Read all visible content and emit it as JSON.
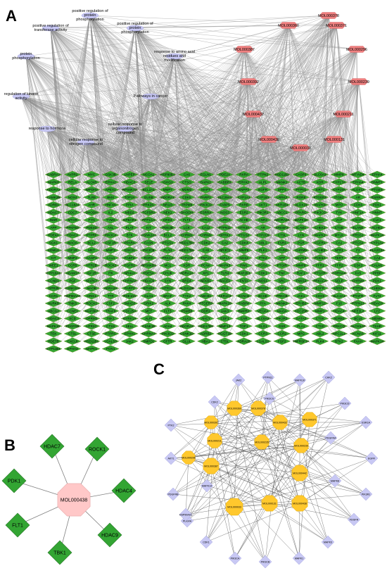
{
  "panels": {
    "a": "A",
    "b": "B",
    "c": "C"
  },
  "panel_a": {
    "pathways": [
      "positive regulation of\nprotein\nphosphorylation",
      "positive regulation of\ntransferase activity",
      "positive regulation of\nprotein\nphosphorylation",
      "protein\nphosphorylation",
      "response to amino acid\nresidues and\nmodification",
      "regulation of kinase\nactivity",
      "Pathways in cancer",
      "response to hormone",
      "cellular response to\norganonitrogen\ncompound",
      "cellular response to\nnitrogen compound"
    ],
    "compounds": [
      "MOL000378",
      "MOL000360",
      "MOL000371",
      "MOL000387",
      "MOL000296",
      "MOL000239",
      "MOL000392",
      "MOL000211",
      "MOL000432",
      "MOL000438",
      "MOL000033",
      "MOL000131"
    ],
    "targets": [
      "GABRA1",
      "AVPR2",
      "MYC",
      "GSK3B",
      "LNPEP",
      "NCOA1",
      "HSP90B1",
      "CA6",
      "EGLN1",
      "PDE2A",
      "RXRA",
      "PTPN2",
      "HSD11B2",
      "CASP3",
      "SLC6A3",
      "MMP8",
      "MT-ND4",
      "EPHA4",
      "MAPK8",
      "RELA",
      "ALOX5",
      "EPHA2",
      "HDAC2",
      "SELE",
      "IGHG1",
      "CTSG",
      "DAPK1",
      "CABBR1",
      "EPHX2",
      "ALPL",
      "MKNK1",
      "ACTB",
      "KDR",
      "CYP17A",
      "EPHA4",
      "DNMT1",
      "ADORA1",
      "CHRM3",
      "IMPDH2",
      "APEX1",
      "RPS6KA2",
      "BCL2A1",
      "MMP7",
      "MDM2",
      "MAPT",
      "RET",
      "ENPP2",
      "EGFR",
      "DPP4",
      "PTPN1",
      "SIRT1",
      "CYP19A",
      "ALOX12",
      "PTGES",
      "CAMK2B",
      "NOX4",
      "TLR9",
      "BMX",
      "TOP2A",
      "GUSB",
      "ADORA1",
      "CDK5",
      "PARP1",
      "SLC29A1",
      "CYP1A1",
      "CYP1B1",
      "LRRK2",
      "ROR8",
      "PTGER1",
      "ITGB2",
      "AR",
      "ESRRA",
      "ADRB1",
      "SLC18A1",
      "AHR",
      "HNF4A",
      "PPIA",
      "PRKDC",
      "NR1I3",
      "TRPM8",
      "PIK3CD",
      "FABP5",
      "RXRB",
      "AKT1",
      "AKR1B1",
      "ALOX15",
      "MAPK9",
      "MPO",
      "CDK6",
      "PDK1",
      "HDAC7",
      "CDC7",
      "DHODH",
      "IL2",
      "MBD2",
      "TGFBR1",
      "NEK1",
      "DHODH",
      "ESRRA",
      "NOS3",
      "ESR2",
      "PIK3R1",
      "ABCC1",
      "PPARG",
      "PIK3CG",
      "TYK",
      "HNF1A",
      "HNMT",
      "INSR",
      "MTOR",
      "FYN",
      "TYMS",
      "GPBAR1",
      "PPP1CA",
      "DRD4",
      "FLT4",
      "HTR2A",
      "AURKA",
      "ACHE",
      "CNR2",
      "ADORA2A",
      "MAPK10",
      "XDH",
      "VCP",
      "CXCR1",
      "CLK1",
      "APP",
      "PFKFB3",
      "PDE4D",
      "AXL",
      "PLAT",
      "KIT",
      "PDE3B",
      "LCK",
      "CA12",
      "PTPN11",
      "HTR3A",
      "AR",
      "SREBF2",
      "ICAM1",
      "CHEK1",
      "CTSB",
      "ELANE",
      "ACHE2",
      "PDE4A",
      "HDAC1",
      "PTPRF",
      "PIK3CA",
      "BTK",
      "CSNK2A1",
      "BCL2",
      "CHRM1",
      "CHRM2",
      "OPRK1",
      "PTGS2",
      "CYP2C9",
      "CTSL",
      "LYN",
      "MAPK1",
      "MYLK",
      "PRSS1",
      "MAPK14",
      "SGK1",
      "MAOA",
      "BCL2",
      "CSF1R",
      "PPARA",
      "FASN",
      "PTGS1",
      "HSD17B1",
      "CDK2",
      "CA2",
      "CDK4",
      "ABL1",
      "ESR1",
      "PGR",
      "FGFR1",
      "CA1",
      "PTGS2",
      "CYP1A2",
      "KDM1A",
      "IGF1R",
      "MET",
      "MMP3",
      "GSK3A",
      "PIK3CB",
      "PLAU",
      "HSD17B2",
      "CA9",
      "NR3C1",
      "MMP9",
      "PLK1",
      "PPARD",
      "CHRM5",
      "ACHE2",
      "NPR1",
      "F2",
      "PLA2G2A",
      "KIT",
      "MMP2",
      "CASP1",
      "CA14",
      "FABP4",
      "RORC",
      "PRKCA",
      "CYP2A6",
      "TRPV1",
      "HIF1A",
      "NOS2",
      "PTK2",
      "APP",
      "MAPK1",
      "PDE5A",
      "TERT",
      "PPARG",
      "CA4",
      "WEE1",
      "CCR5",
      "HTR2B",
      "ROCK2",
      "FGFR1",
      "RPS6KB1",
      "MC1",
      "KDR",
      "PCNA",
      "MAPK3",
      "PIM1",
      "PGSA",
      "PTGIR",
      "MMP9",
      "FFR1",
      "FFR2",
      "GSK3",
      "CALM1",
      "CYP19A1",
      "ADAM17",
      "IGF1R",
      "ITK",
      "NR4A1",
      "PDE5A",
      "CHUK",
      "ADRA1A",
      "XP1",
      "TLR4",
      "MAP2K1",
      "CDK1",
      "TNF",
      "RAF1",
      "PTGFR",
      "CHRNA4",
      "FAS",
      "PPBP",
      "CCND1",
      "PGF",
      "MAPK7",
      "NR1H2",
      "CHRNA2",
      "HDAC6",
      "SYN",
      "BRD4",
      "NFKB1",
      "BACE1",
      "FNTA",
      "NOS1",
      "SRC",
      "TNKS2",
      "PRKACA",
      "SELP",
      "CHRM4",
      "PDK1",
      "GPR35",
      "CSNK2A2",
      "MAOB",
      "ADRA2A",
      "PARP2",
      "EPHB4",
      "HTR1A",
      "ALOX12B",
      "HMGCR",
      "IDH1",
      "IL6",
      "OPRD1",
      "CNR1",
      "DRD1",
      "EGFR",
      "LRRK2",
      "PTPN6",
      "CHEK2",
      "CCR1",
      "HSP90AA1",
      "GRIK1",
      "TTR",
      "PDE10A",
      "GLO1",
      "BRAF",
      "TYK2",
      "ABCB1",
      "AKR1C3",
      "KCNH2",
      "BCHE",
      "PRKCB",
      "JAK1",
      "CDK9",
      "SLC2A1",
      "PTAFR",
      "FLT3",
      "AURKB",
      "TNKS",
      "ROCK1",
      "CSF2",
      "SMAD2",
      "GRIK2",
      "ALK",
      "PAK4",
      "PTGER3",
      "MAPK10",
      "FABP4",
      "FFA",
      "MKNK2",
      "EPHB2",
      "MMP12",
      "F10",
      "PTPN13",
      "HDAC9",
      "ABCG2",
      "CCNE1",
      "MAP3K7",
      "TRAF6",
      "CDC25A",
      "MET",
      "FLT3",
      "PSMB5",
      "DDR1",
      "JAK3",
      "BMPR2",
      "VEGFA",
      "MAOA",
      "CDC25B",
      "MMP1",
      "HDAC4",
      "NFE2L2",
      "LYZ",
      "HDAC3",
      "SCD",
      "OPRM1",
      "TBK1",
      "DYRK1A",
      "ALPI",
      "GSTP1",
      "ALK3",
      "AHCY",
      "CDF1",
      "CAR",
      "SLC6A4",
      "PIK3R1",
      "GATA3",
      "CTSK",
      "ADRB2",
      "BCL6",
      "MDM4",
      "MAPK10",
      "PDGFRB",
      "HTR2C",
      "CTSS",
      "SELL",
      "CSNK1E",
      "ADH4",
      "ADORA3",
      "HSD17B3",
      "MMP13",
      "TOP1",
      "GLO1",
      "GSR",
      "PLA1",
      "CTSD",
      "PRKCQ",
      "ALOX5AP",
      "TSHR",
      "TEK",
      "CTSL",
      "CTSE",
      "PTPRC",
      "EPHX1",
      "CHRNA7",
      "PIK3CD",
      "CSNK1D",
      "ADRB2",
      "PGGT1B",
      "CDK1",
      "CCR3",
      "CCR2",
      "MPG",
      "ABL2",
      "NPC1L1",
      "KCNA3",
      "KIF11",
      "PDE7B",
      "CXCL8",
      "HSD11B1",
      "LGALS3",
      "JAK2",
      "SMPD1",
      "CFTR",
      "GLUL",
      "HBA1",
      "CTSL",
      "ADRA2B",
      "LGALS1",
      "FGF2",
      "TNFRSF1A",
      "PLK4",
      "BTK2",
      "FAAH",
      "MAPK14",
      "CYP11B1",
      "EPHA3",
      "MAPK1",
      "PON1"
    ]
  },
  "panel_b": {
    "center": "MOL000438",
    "targets": [
      "HDAC7",
      "ROCK1",
      "PDK1",
      "HDAC4",
      "FLT1",
      "HDAC9",
      "TBK1"
    ]
  },
  "panel_c": {
    "compounds": [
      "MOL000360",
      "MOL000378",
      "MOL000392",
      "MOL000432",
      "MOL000371",
      "MOL000296",
      "MOL000235",
      "MOL000239",
      "MOL000211",
      "MOL000387",
      "MOL000442",
      "MOL000438",
      "MOL000131",
      "MOL000033"
    ],
    "targets": [
      "JAK2",
      "PTPN11",
      "MAPK10",
      "CHK2",
      "PIK3CD",
      "ESR1A",
      "PTK2",
      "AKT1",
      "EGFR",
      "PDGFRB",
      "PIK3R1",
      "PDGFA",
      "FDGFR",
      "CDK1",
      "PIK3CA",
      "PIK3CB",
      "MAPK1",
      "MAPK3",
      "CDK2",
      "MAPK14",
      "HSP90AA1",
      "PIK3CG",
      "PDGFRA",
      "MAPK8"
    ]
  },
  "colors": {
    "compound_a": "#f08080",
    "target": "#33a533",
    "target_border": "#7a8f2a",
    "pathway": "#c8c8f4",
    "edge": "#8c8c8c",
    "compound_b": "#ffc8c8",
    "compound_c": "#ffc82d",
    "target_c": "#c8c8f4"
  }
}
